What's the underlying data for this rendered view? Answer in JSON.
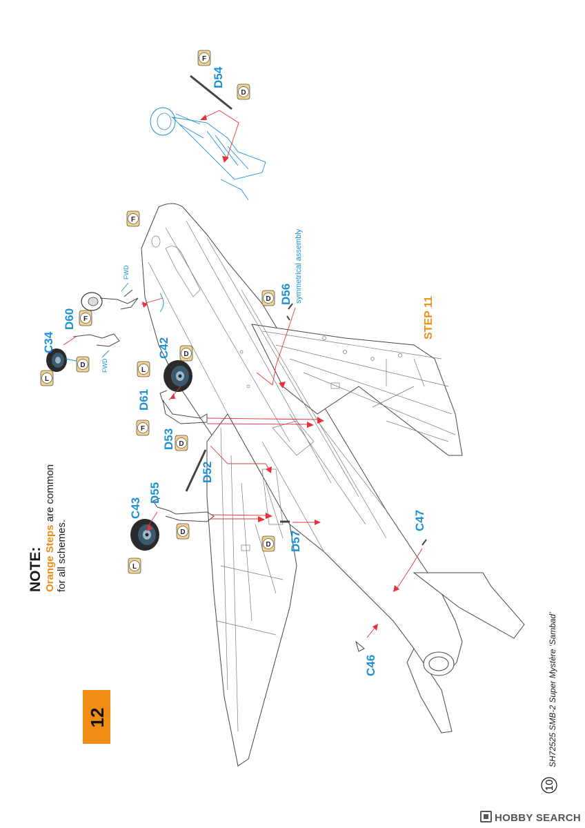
{
  "step_number": "12",
  "note": {
    "heading": "NOTE:",
    "highlight": "Orange Steps",
    "line1_rest": " are common",
    "line2": "for all schemes."
  },
  "step_reference": "STEP 11",
  "symmetrical_note": "symmetrical assembly",
  "fwd_label": "FWD",
  "parts": {
    "D54": "D54",
    "D56": "D56",
    "D60": "D60",
    "C34": "C34",
    "C42": "C42",
    "D61": "D61",
    "D53": "D53",
    "D52": "D52",
    "D55": "D55",
    "C43": "C43",
    "D57": "D57",
    "C47": "C47",
    "C46": "C46"
  },
  "color_tags": {
    "F": "F",
    "D": "D",
    "L": "L"
  },
  "footer_title": "SH72525 SMB-2 Super Mystère ‘Sambad’",
  "page_number": "10",
  "watermark": "HOBBY SEARCH",
  "colors": {
    "part_blue": "#1a8fd8",
    "step_orange": "#f08c14",
    "guide_red": "#e8303a",
    "tag_fill": "#f2d38a"
  }
}
